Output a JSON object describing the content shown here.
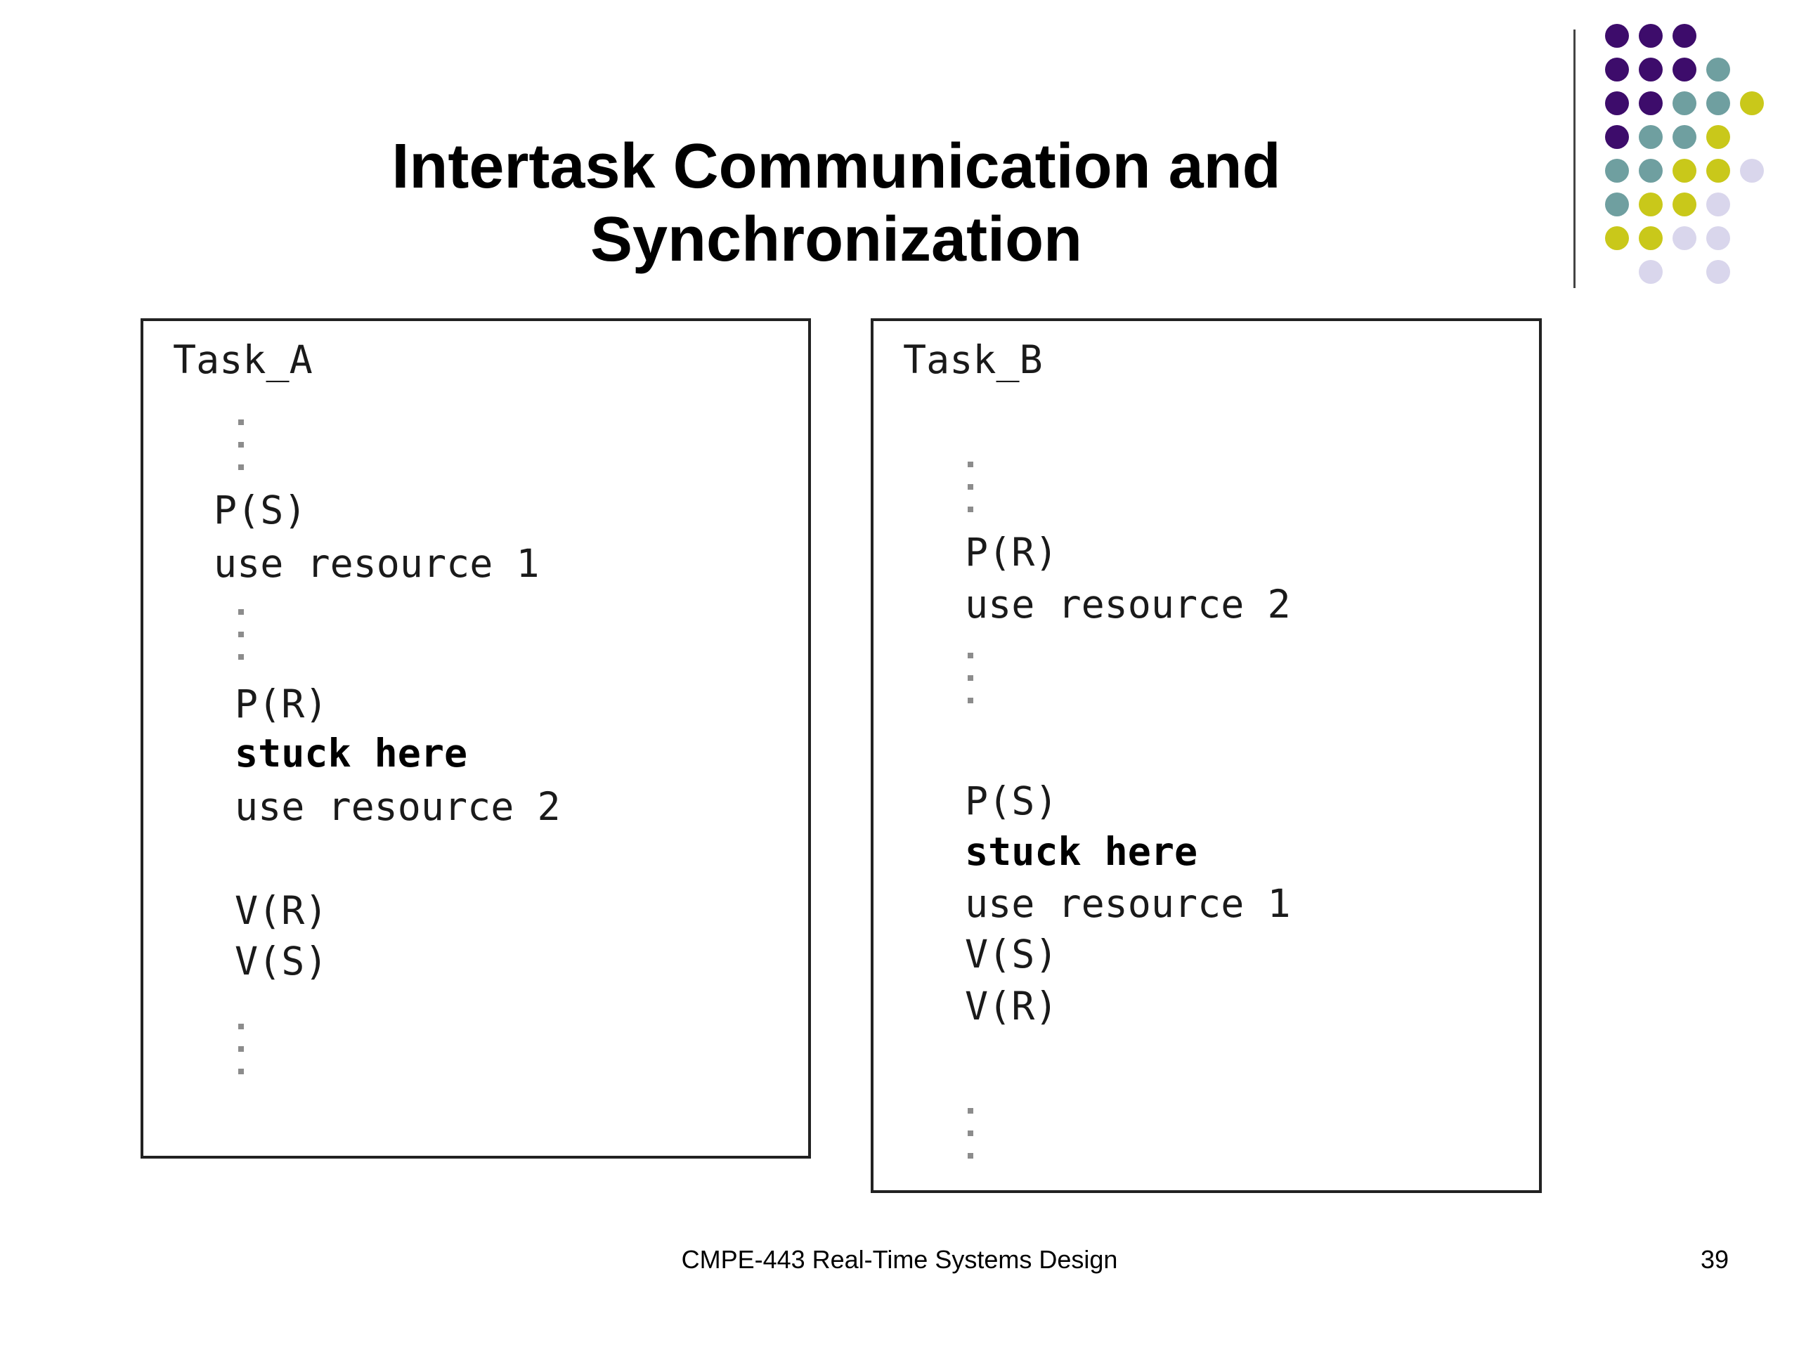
{
  "slide": {
    "title_line1": "Intertask Communication and",
    "title_line2": "Synchronization",
    "footer": "CMPE-443 Real-Time Systems Design",
    "page_number": "39"
  },
  "decoration": {
    "colors": {
      "purple": "#3d0c6b",
      "teal": "#6f9fa0",
      "yellow": "#c9c81a",
      "lavender": "#d9d6ec"
    },
    "dot_rows": [
      [
        "purple",
        "purple",
        "purple",
        null,
        null
      ],
      [
        "purple",
        "purple",
        "purple",
        "teal",
        null
      ],
      [
        "purple",
        "purple",
        "teal",
        "teal",
        "yellow"
      ],
      [
        "purple",
        "teal",
        "teal",
        "yellow",
        null
      ],
      [
        "teal",
        "teal",
        "yellow",
        "yellow",
        "lavender"
      ],
      [
        "teal",
        "yellow",
        "yellow",
        "lavender",
        null
      ],
      [
        "yellow",
        "yellow",
        "lavender",
        "lavender",
        null
      ],
      [
        null,
        "lavender",
        null,
        "lavender",
        null
      ]
    ]
  },
  "task_a": {
    "title": "Task_A",
    "line1": "P(S)",
    "line2": "use resource 1",
    "line3": "P(R)",
    "line4": "stuck here",
    "line5": "use resource 2",
    "line6": "V(R)",
    "line7": "V(S)"
  },
  "task_b": {
    "title": "Task_B",
    "line1": "P(R)",
    "line2": "use resource 2",
    "line3": "P(S)",
    "line4": "stuck here",
    "line5": "use resource 1",
    "line6": "V(S)",
    "line7": "V(R)"
  }
}
